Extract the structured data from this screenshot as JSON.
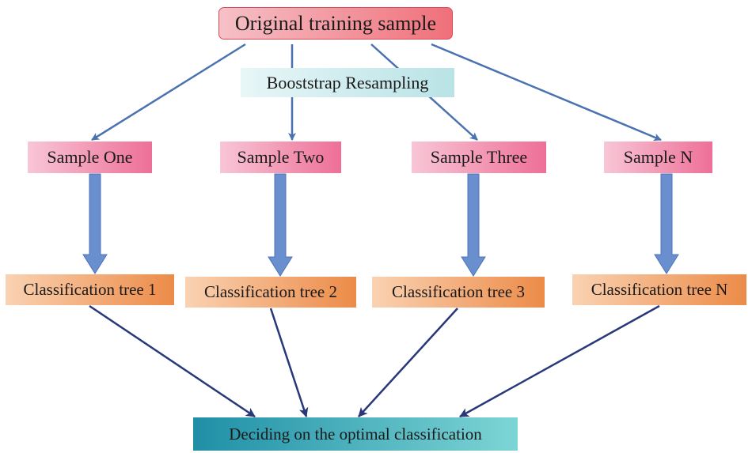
{
  "nodes": {
    "root": "Original training sample",
    "resampling": "Booststrap Resampling",
    "samples": [
      "Sample One",
      "Sample Two",
      "Sample Three",
      "Sample N"
    ],
    "trees": [
      "Classification tree 1",
      "Classification tree 2",
      "Classification tree 3",
      "Classification tree N"
    ],
    "result": "Deciding on the optimal classification"
  },
  "colors": {
    "root_fill": "#f0707a",
    "resampling_fill": "#b9e3e6",
    "sample_fill": "#ee6f98",
    "tree_fill": "#ec8b48",
    "result_fill": "#1f8fa6",
    "split_arrow": "#4a72b0",
    "block_arrow": "#6a8fcf",
    "merge_arrow": "#283878"
  }
}
